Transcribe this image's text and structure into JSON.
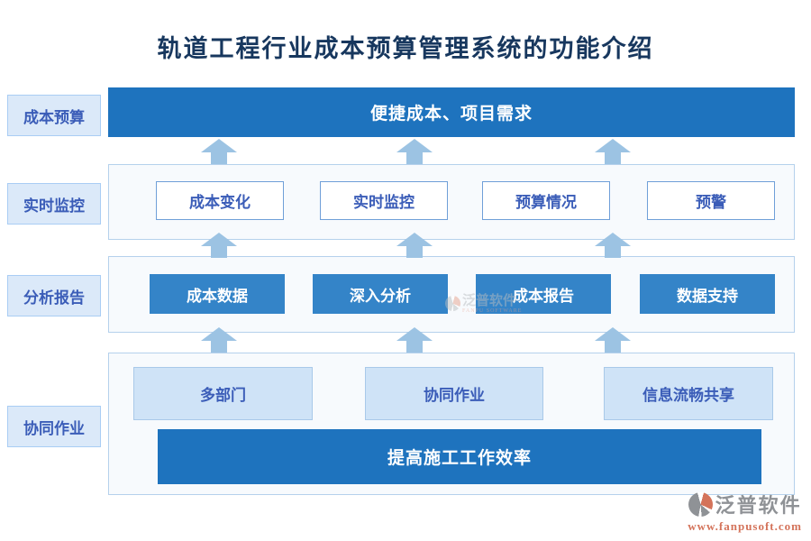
{
  "title": "轨道工程行业成本预算管理系统的功能介绍",
  "side_labels": [
    "成本预算",
    "实时监控",
    "分析报告",
    "协同作业"
  ],
  "row1": {
    "banner": "便捷成本、项目需求"
  },
  "row2": {
    "boxes": [
      "成本变化",
      "实时监控",
      "预算情况",
      "预警"
    ]
  },
  "row3": {
    "boxes": [
      "成本数据",
      "深入分析",
      "成本报告",
      "数据支持"
    ]
  },
  "row4": {
    "boxes": [
      "多部门",
      "协同作业",
      "信息流畅共享"
    ],
    "banner": "提高施工工作效率"
  },
  "watermark": {
    "text": "泛普软件",
    "subtext": "FANPU SOFTWARE"
  },
  "logo": {
    "name": "泛普软件",
    "url": "www.fanpusoft.com"
  },
  "colors": {
    "primary": "#1e73be",
    "solid_box": "#3484c8",
    "light_fill": "#cfe3f7",
    "accent_border": "#a9cdf4",
    "text_blue": "#3b5db8",
    "arrow": "#9cc3e3",
    "title": "#17375e",
    "logo_gray": "#8f9296",
    "logo_orange": "#d4735a"
  }
}
